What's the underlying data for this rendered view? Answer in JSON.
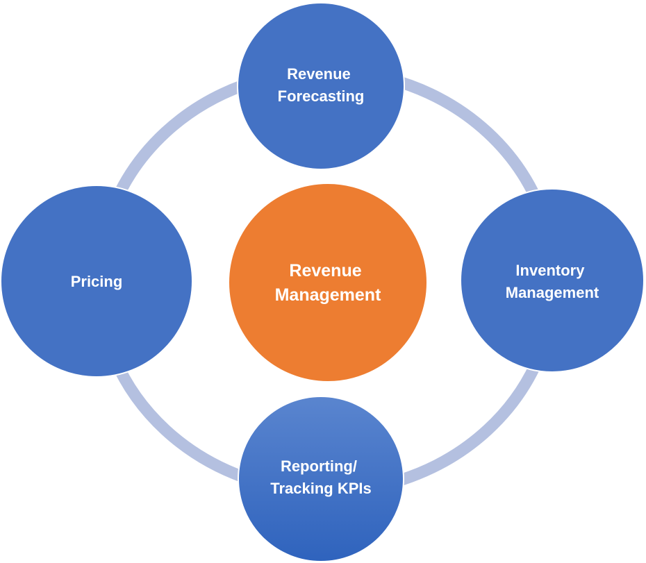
{
  "diagram": {
    "center": {
      "label_lines": [
        "Revenue",
        "Management"
      ]
    },
    "nodes": [
      {
        "id": "top",
        "label_lines": [
          "Revenue",
          "Forecasting"
        ]
      },
      {
        "id": "right",
        "label_lines": [
          "Inventory",
          "Management"
        ]
      },
      {
        "id": "bottom",
        "label_lines": [
          "Reporting/",
          "Tracking KPIs"
        ]
      },
      {
        "id": "left",
        "label_lines": [
          "Pricing"
        ]
      }
    ],
    "colors": {
      "node_blue": "#4472c4",
      "center_orange": "#ed7d31",
      "ring": "#b4c0e0",
      "text": "#ffffff"
    }
  }
}
